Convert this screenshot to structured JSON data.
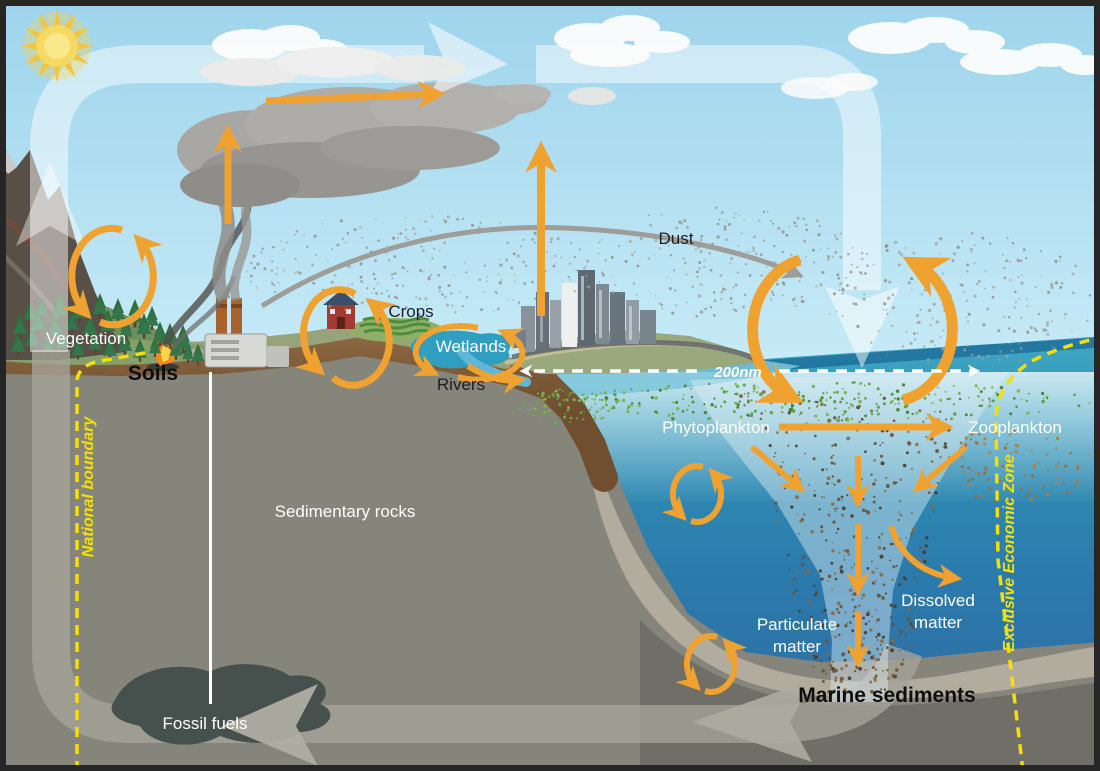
{
  "labels": {
    "vegetation": "Vegetation",
    "soils": "Soils",
    "national_boundary": "National boundary",
    "sedimentary_rocks": "Sedimentary rocks",
    "fossil_fuels": "Fossil fuels",
    "crops": "Crops",
    "wetlands": "Wetlands",
    "rivers": "Rivers",
    "dust": "Dust",
    "distance_200nm": "200nm",
    "phytoplankton": "Phytoplankton",
    "zooplankton": "Zooplankton",
    "particulate_line1": "Particulate",
    "particulate_line2": "matter",
    "dissolved_line1": "Dissolved",
    "dissolved_line2": "matter",
    "marine_sediments": "Marine sediments",
    "exclusive_economic_zone": "Exclusive Economic Zone"
  },
  "colors": {
    "arrow_orange": "#f0a231",
    "boundary_yellow": "#f5df00",
    "dust_gray": "#8f8f8b",
    "dust_gray2": "#a2a29e",
    "plankton_green": "#5e9c3e",
    "plankton_green2": "#79b452",
    "particle_brown": "#6b5136",
    "particle_brown2": "#4a3a28",
    "particle_brown3": "#8a6a3f",
    "zoo_orange": "#c07c2c",
    "sky_blue": "#9ed4ec",
    "ocean_teal": "#2f8fb4",
    "ocean_deep": "#2d6fa6",
    "sediment_tan": "#b1ac9d",
    "soil_brown": "#7e5a38",
    "bedrock_gray": "#85857b",
    "smoke_gray": "#aba9a5",
    "sun_yellow": "#f6d34b",
    "tree_green": "#2f6d3d"
  }
}
